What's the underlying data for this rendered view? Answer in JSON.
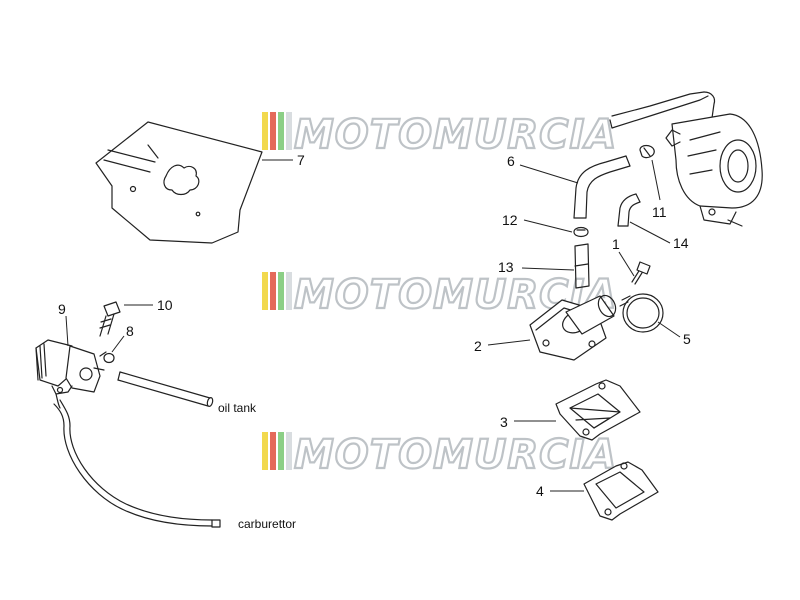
{
  "watermark": {
    "text": "MOTOMURCIA",
    "colors": {
      "yellow": "#f2d94e",
      "red": "#e46a5a",
      "green": "#8ccf86",
      "outline": "#b8bdc2"
    }
  },
  "callouts": {
    "n1": "1",
    "n2": "2",
    "n3": "3",
    "n4": "4",
    "n5": "5",
    "n6": "6",
    "n7": "7",
    "n8": "8",
    "n9": "9",
    "n10": "10",
    "n11": "11",
    "n12": "12",
    "n13": "13",
    "n14": "14"
  },
  "labels": {
    "oil_tank": "oil tank",
    "carburettor": "carburettor"
  }
}
